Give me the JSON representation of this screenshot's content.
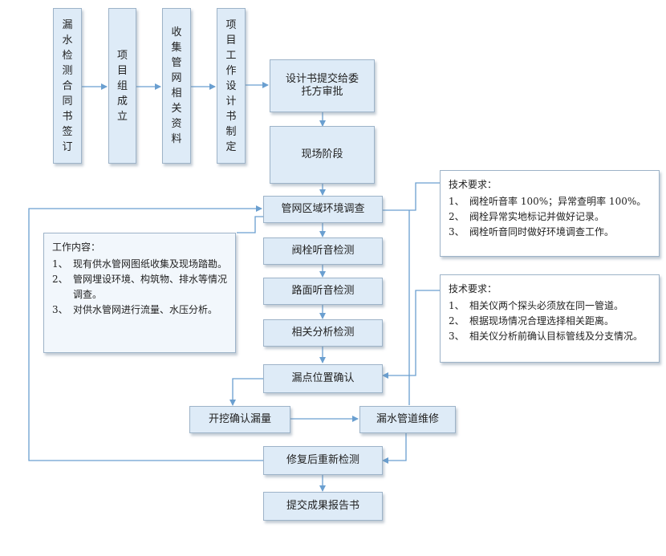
{
  "colors": {
    "box_fill": "#deebf7",
    "box_border": "#9db3c8",
    "arrow": "#6a9fd0"
  },
  "steps": {
    "contract": "漏水检测合同书签订",
    "team": "项目组成立",
    "collect": "收集管网相关资料",
    "plan": "项目工作设计书制定",
    "approve": "设计书提交给委托方审批",
    "onsite": "现场阶段",
    "survey": "管网区域环境调查",
    "valve": "阀栓听音检测",
    "road": "路面听音检测",
    "correlation": "相关分析检测",
    "locate": "漏点位置确认",
    "excavate": "开挖确认漏量",
    "repair": "漏水管道维修",
    "recheck": "修复后重新检测",
    "report": "提交成果报告书"
  },
  "notes": {
    "work": {
      "title": "工作内容：",
      "items": [
        {
          "num": "1、",
          "text": "现有供水管网图纸收集及现场踏勘。"
        },
        {
          "num": "2、",
          "text": "管网埋设环境、构筑物、排水等情况调查。"
        },
        {
          "num": "3、",
          "text": "对供水管网进行流量、水压分析。"
        }
      ]
    },
    "tech1": {
      "title": "技术要求：",
      "items": [
        {
          "num": "1、",
          "text": "阀栓听音率 100%；异常查明率 100%。"
        },
        {
          "num": "2、",
          "text": "阀栓异常实地标记并做好记录。"
        },
        {
          "num": "3、",
          "text": "阀栓听音同时做好环境调查工作。"
        }
      ]
    },
    "tech2": {
      "title": "技术要求：",
      "items": [
        {
          "num": "1、",
          "text": "相关仪两个探头必须放在同一管道。"
        },
        {
          "num": "2、",
          "text": "根据现场情况合理选择相关距离。"
        },
        {
          "num": "3、",
          "text": "相关仪分析前确认目标管线及分支情况。"
        }
      ]
    }
  }
}
